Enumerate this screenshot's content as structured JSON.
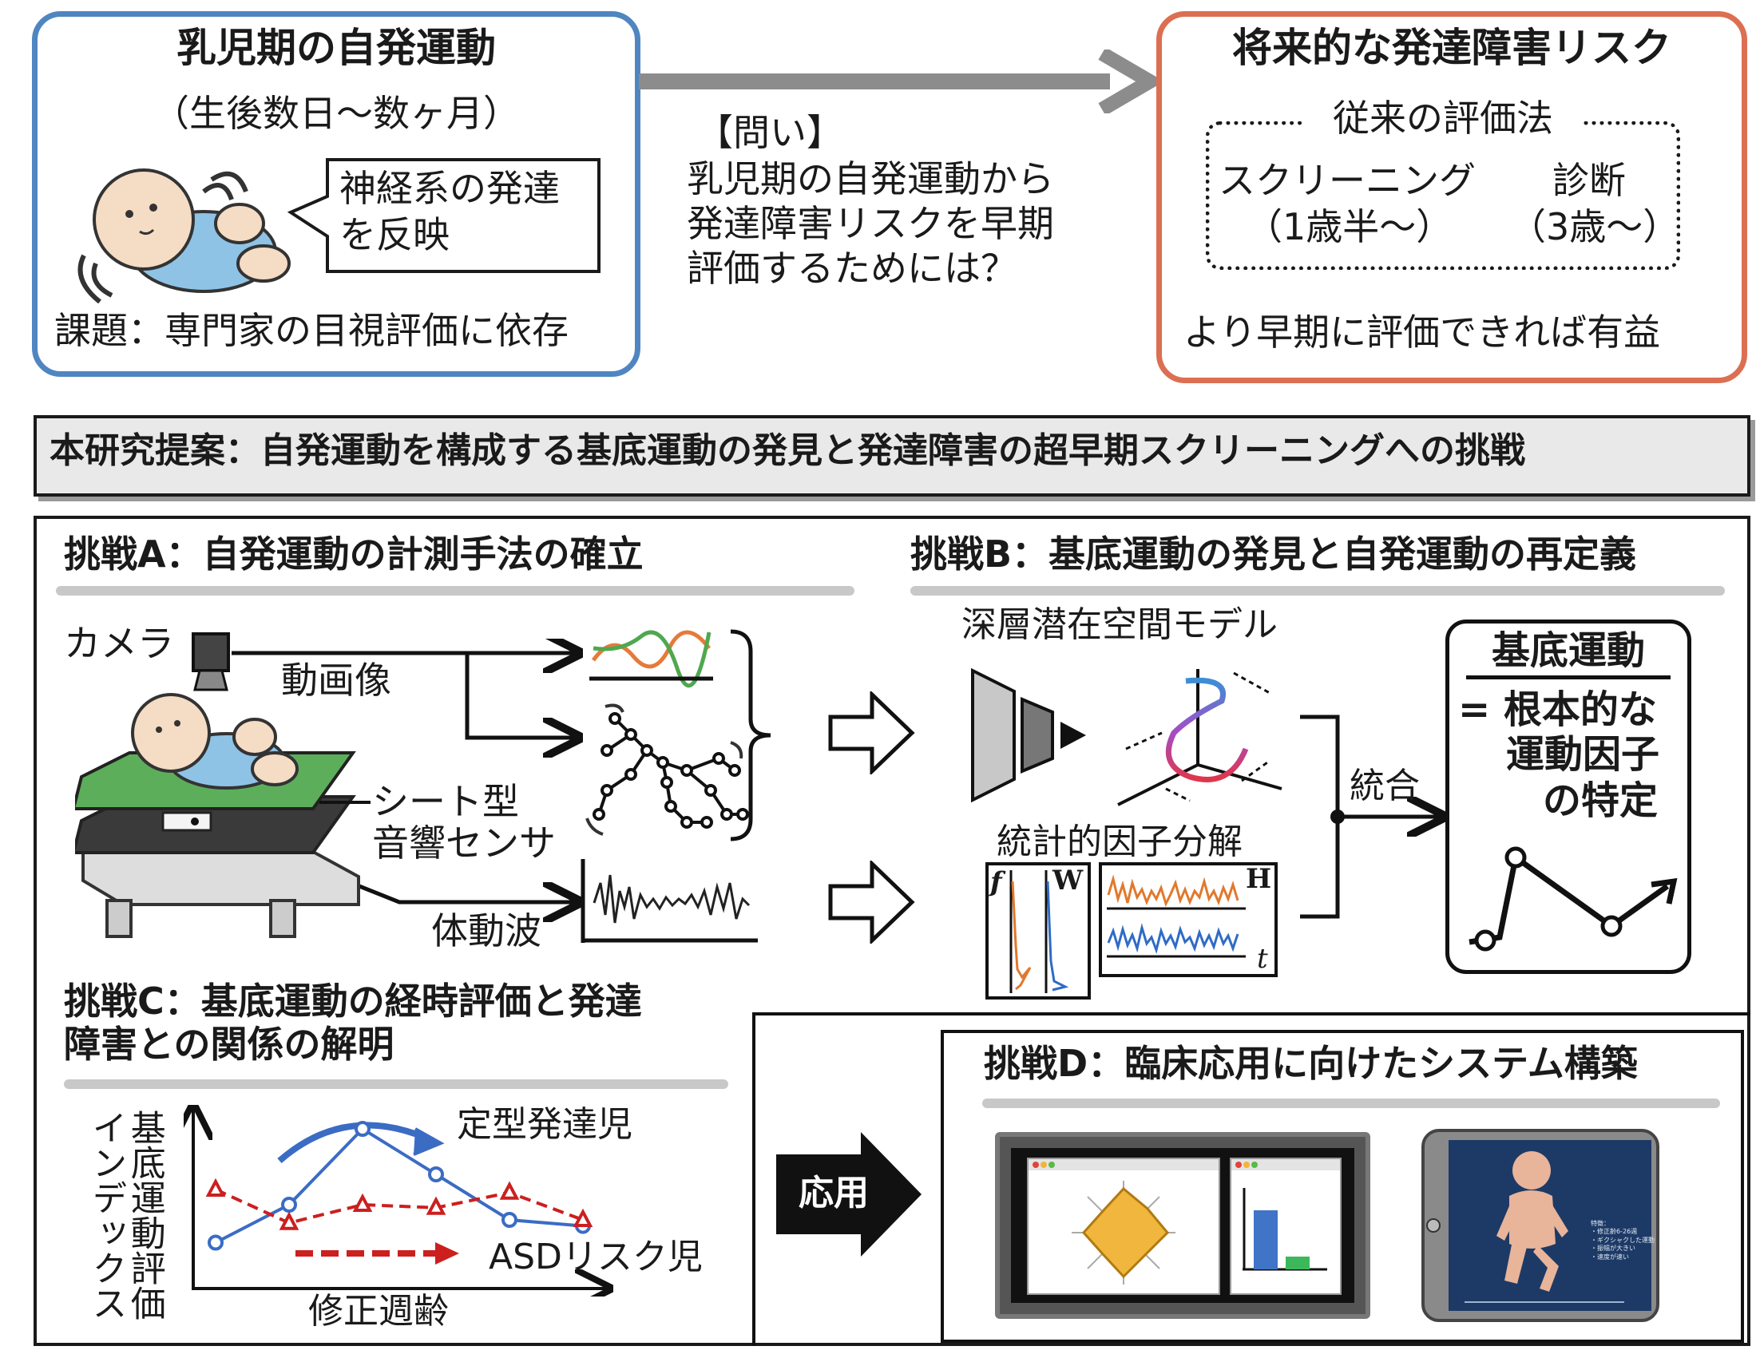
{
  "top_left": {
    "title": "乳児期の自発運動",
    "subtitle": "（生後数日〜数ヶ月）",
    "bubble_line1": "神経系の発達",
    "bubble_line2": "を反映",
    "issue": "課題：専門家の目視評価に依存"
  },
  "question": {
    "tag": "【問い】",
    "line1": "乳児期の自発運動から",
    "line2": "発達障害リスクを早期",
    "line3": "評価するためには？"
  },
  "top_right": {
    "title": "将来的な発達障害リスク",
    "legend": "従来の評価法",
    "method1": "スクリーニング",
    "method1_age": "（1歳半〜）",
    "method2": "診断",
    "method2_age": "（3歳〜）",
    "benefit": "より早期に評価できれば有益"
  },
  "proposal": "本研究提案：自発運動を構成する基底運動の発見と発達障害の超早期スクリーニングへの挑戦",
  "challenge_a": {
    "title": "挑戦A：自発運動の計測手法の確立",
    "camera": "カメラ",
    "video": "動画像",
    "sheet_line1": "シート型",
    "sheet_line2": "音響センサ",
    "body_wave": "体動波"
  },
  "challenge_b": {
    "title": "挑戦B：基底運動の発見と自発運動の再定義",
    "deep_model": "深層潜在空間モデル",
    "factor": "統計的因子分解",
    "f_label": "f",
    "w_label": "W",
    "h_label": "H",
    "t_label": "t",
    "integrate": "統合",
    "result_title": "基底運動",
    "result_line1": "= 根本的な",
    "result_line2": "運動因子",
    "result_line3": "の特定"
  },
  "challenge_c": {
    "title_line1": "挑戦C：基底運動の経時評価と発達",
    "title_line2": "障害との関係の解明",
    "ylabel_line1": "基底運動評価",
    "ylabel_line2": "インデックス",
    "xlabel": "修正週齢",
    "series_typical": "定型発達児",
    "series_asd": "ASDリスク児"
  },
  "apply_label": "応用",
  "challenge_d": {
    "title": "挑戦D：臨床応用に向けたシステム構築"
  },
  "tablet": {
    "line1": "特徴：",
    "line2": "・修正齢6-26週",
    "line3": "・ギクシャクした運動",
    "line4": "・振幅が大きい",
    "line5": "・速度が速い"
  },
  "chart_data": {
    "type": "line",
    "xlabel": "修正週齢",
    "ylabel": "基底運動評価インデックス",
    "series": [
      {
        "name": "定型発達児",
        "color": "#3b6cc4",
        "values": [
          0.25,
          0.5,
          1.0,
          0.7,
          0.4,
          0.36
        ]
      },
      {
        "name": "ASDリスク児",
        "color": "#cc1f1f",
        "values": [
          0.6,
          0.38,
          0.5,
          0.48,
          0.58,
          0.4
        ]
      }
    ]
  },
  "colors": {
    "blue_frame": "#4f86c1",
    "orange_frame": "#dc6f52",
    "typical": "#3b6cc4",
    "asd": "#cc1f1f",
    "radar_fill": "#f0b63d",
    "bar_blue": "#3f74c7",
    "bar_green": "#3cb85b"
  }
}
